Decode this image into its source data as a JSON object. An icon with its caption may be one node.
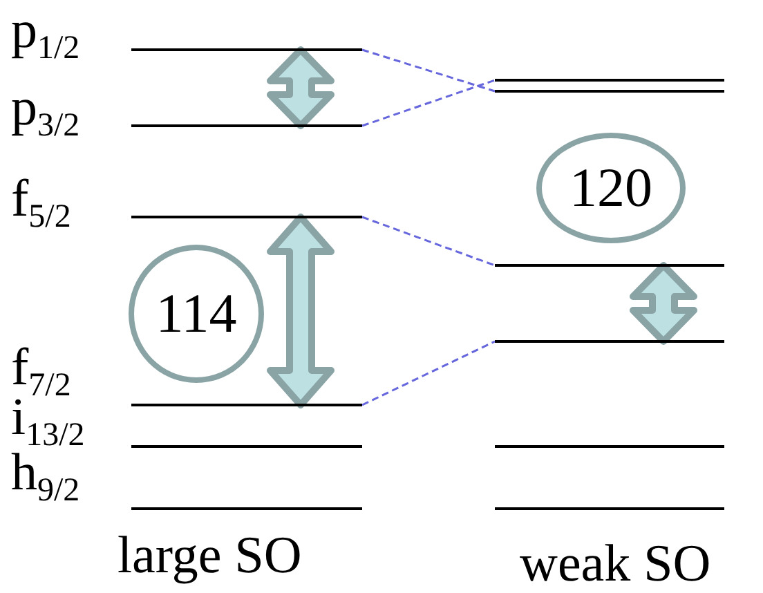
{
  "diagram": {
    "nodes": [
      {
        "text": [],
        "shape": "bar",
        "beside": [
          "p$_{1/2}$"
        ]
      },
      {
        "text": [],
        "shape": "bar",
        "beside": [
          "p$_{3/2}$"
        ]
      },
      {
        "text": [],
        "shape": "bar",
        "beside": [
          "f$_{5/2}$"
        ]
      },
      {
        "text": [],
        "shape": "bar",
        "beside": [
          "f$_{7/2}$"
        ]
      },
      {
        "text": [],
        "shape": "bar",
        "beside": [
          "i$_{13/2}$"
        ]
      },
      {
        "text": [],
        "shape": "bar",
        "beside": [
          "h$_{9/2}$"
        ]
      },
      {
        "text": [],
        "shape": "bar"
      },
      {
        "text": [],
        "shape": "bar"
      },
      {
        "text": [],
        "shape": "bar"
      },
      {
        "text": [],
        "shape": "bar"
      },
      {
        "text": [],
        "shape": "bar"
      },
      {
        "text": [],
        "shape": "bar"
      },
      {
        "text": [
          "114"
        ]
      },
      {
        "text": [
          "120"
        ]
      }
    ],
    "edges": [
      {
        "from": 0,
        "to": 7,
        "arrow": "none",
        "style": "dashed",
        "color": "#6666dd"
      },
      {
        "from": 1,
        "to": 6,
        "arrow": "none",
        "style": "dashed",
        "color": "#6666dd"
      },
      {
        "from": 2,
        "to": 8,
        "arrow": "none",
        "style": "dashed",
        "color": "#6666dd"
      },
      {
        "from": 3,
        "to": 9,
        "arrow": "none",
        "style": "dashed",
        "color": "#6666dd"
      },
      {
        "from": 0,
        "to": 1,
        "arrow": "both",
        "style": "thick",
        "color": "#8aa4a6"
      },
      {
        "from": 2,
        "to": 3,
        "arrow": "both",
        "style": "thick",
        "color": "#8aa4a6"
      },
      {
        "from": 8,
        "to": 9,
        "arrow": "both",
        "style": "thick",
        "color": "#8aa4a6"
      }
    ],
    "labels": [
      "large SO",
      "weak SO"
    ]
  }
}
